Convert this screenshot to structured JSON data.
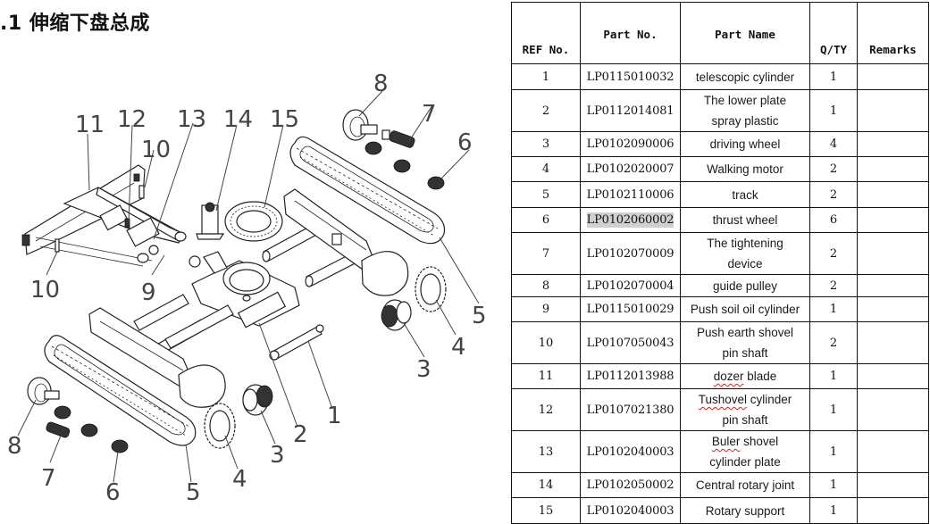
{
  "document": {
    "title": ".1 伸缩下盘总成"
  },
  "diagram": {
    "callouts": [
      "1",
      "2",
      "3",
      "3",
      "4",
      "4",
      "5",
      "5",
      "6",
      "6",
      "7",
      "7",
      "8",
      "8",
      "9",
      "10",
      "10",
      "11",
      "12",
      "13",
      "14",
      "15"
    ]
  },
  "table": {
    "headers": {
      "ref": "REF No.",
      "part_no": "Part No.",
      "part_name": "Part Name",
      "qty": "Q/TY",
      "remarks": "Remarks"
    },
    "rows": [
      {
        "ref": "1",
        "part_no": "LP0115010032",
        "name_1": "telescopic cylinder",
        "name_2": "",
        "qty": "1",
        "remarks": ""
      },
      {
        "ref": "2",
        "part_no": "LP0112014081",
        "name_1": "The lower plate",
        "name_2": "spray plastic",
        "qty": "1",
        "remarks": ""
      },
      {
        "ref": "3",
        "part_no": "LP0102090006",
        "name_1": "driving wheel",
        "name_2": "",
        "qty": "4",
        "remarks": ""
      },
      {
        "ref": "4",
        "part_no": "LP0102020007",
        "name_1": "Walking motor",
        "name_2": "",
        "qty": "2",
        "remarks": ""
      },
      {
        "ref": "5",
        "part_no": "LP0102110006",
        "name_1": "track",
        "name_2": "",
        "qty": "2",
        "remarks": ""
      },
      {
        "ref": "6",
        "part_no": "LP0102060002",
        "name_1": "thrust wheel",
        "name_2": "",
        "qty": "6",
        "remarks": "",
        "selected": true
      },
      {
        "ref": "7",
        "part_no": "LP0102070009",
        "name_1": "The tightening",
        "name_2": "device",
        "qty": "2",
        "remarks": ""
      },
      {
        "ref": "8",
        "part_no": "LP0102070004",
        "name_1": "guide pulley",
        "name_2": "",
        "qty": "2",
        "remarks": ""
      },
      {
        "ref": "9",
        "part_no": "LP0115010029",
        "name_1": "Push soil oil cylinder",
        "name_2": "",
        "qty": "1",
        "remarks": ""
      },
      {
        "ref": "10",
        "part_no": "LP0107050043",
        "name_1": "Push earth shovel",
        "name_2": "pin shaft",
        "qty": "2",
        "remarks": ""
      },
      {
        "ref": "11",
        "part_no": "LP0112013988",
        "name_1": "dozer blade",
        "name_2": "",
        "qty": "1",
        "remarks": "",
        "spell_flag": "dozer"
      },
      {
        "ref": "12",
        "part_no": "LP0107021380",
        "name_1": "Tushovel cylinder",
        "name_2": "pin shaft",
        "qty": "1",
        "remarks": "",
        "spell_flag": "Tushovel"
      },
      {
        "ref": "13",
        "part_no": "LP0102040003",
        "name_1": "Buler shovel",
        "name_2": "cylinder plate",
        "qty": "1",
        "remarks": "",
        "spell_flag": "Buler"
      },
      {
        "ref": "14",
        "part_no": "LP0102050002",
        "name_1": "Central rotary joint",
        "name_2": "",
        "qty": "1",
        "remarks": ""
      },
      {
        "ref": "15",
        "part_no": "LP0102040003",
        "name_1": "Rotary support",
        "name_2": "",
        "qty": "1",
        "remarks": ""
      }
    ],
    "highlight_color": "#d0d0d0",
    "spellcheck_color": "#d22222"
  }
}
